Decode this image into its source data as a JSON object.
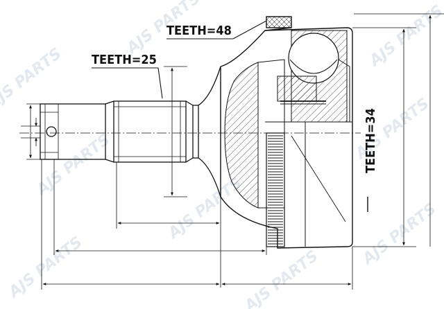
{
  "labels": {
    "teeth_outer": "TEETH=48",
    "teeth_shaft": "TEETH=25",
    "teeth_abs": "TEETH=34"
  },
  "watermark": "AJS PARTS",
  "colors": {
    "line": "#111111",
    "watermark": "#cfd8e4",
    "background": "#ffffff"
  }
}
